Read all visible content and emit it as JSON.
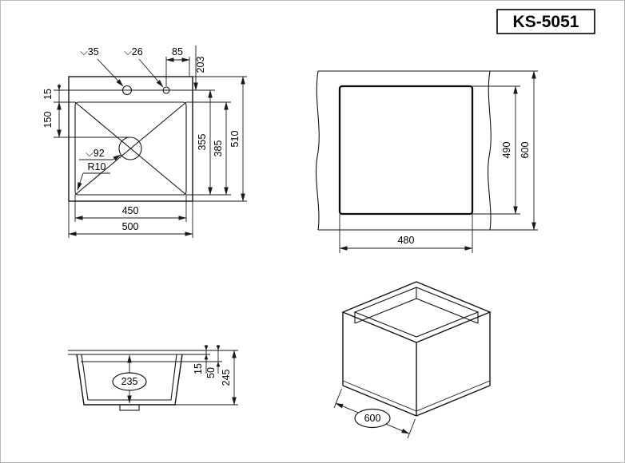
{
  "title": "KS-5051",
  "plan": {
    "faucet_hole": "⌵35",
    "second_hole": "⌵26",
    "hole_spacing": "85",
    "hole_offset": "203",
    "rim_offset": "15",
    "drain_offset": "150",
    "drain_diameter": "⌵92",
    "corner_radius": "R10",
    "inner_depth": "355",
    "bowl_depth": "385",
    "overall_depth": "510",
    "bowl_width": "450",
    "overall_width": "500"
  },
  "cutout": {
    "cut_height": "490",
    "counter_height": "600",
    "cut_width": "480"
  },
  "front": {
    "bowl_depth": "235",
    "rim_height": "15",
    "ledge_depth": "50",
    "total_height": "245"
  },
  "iso": {
    "overall_width": "600"
  }
}
